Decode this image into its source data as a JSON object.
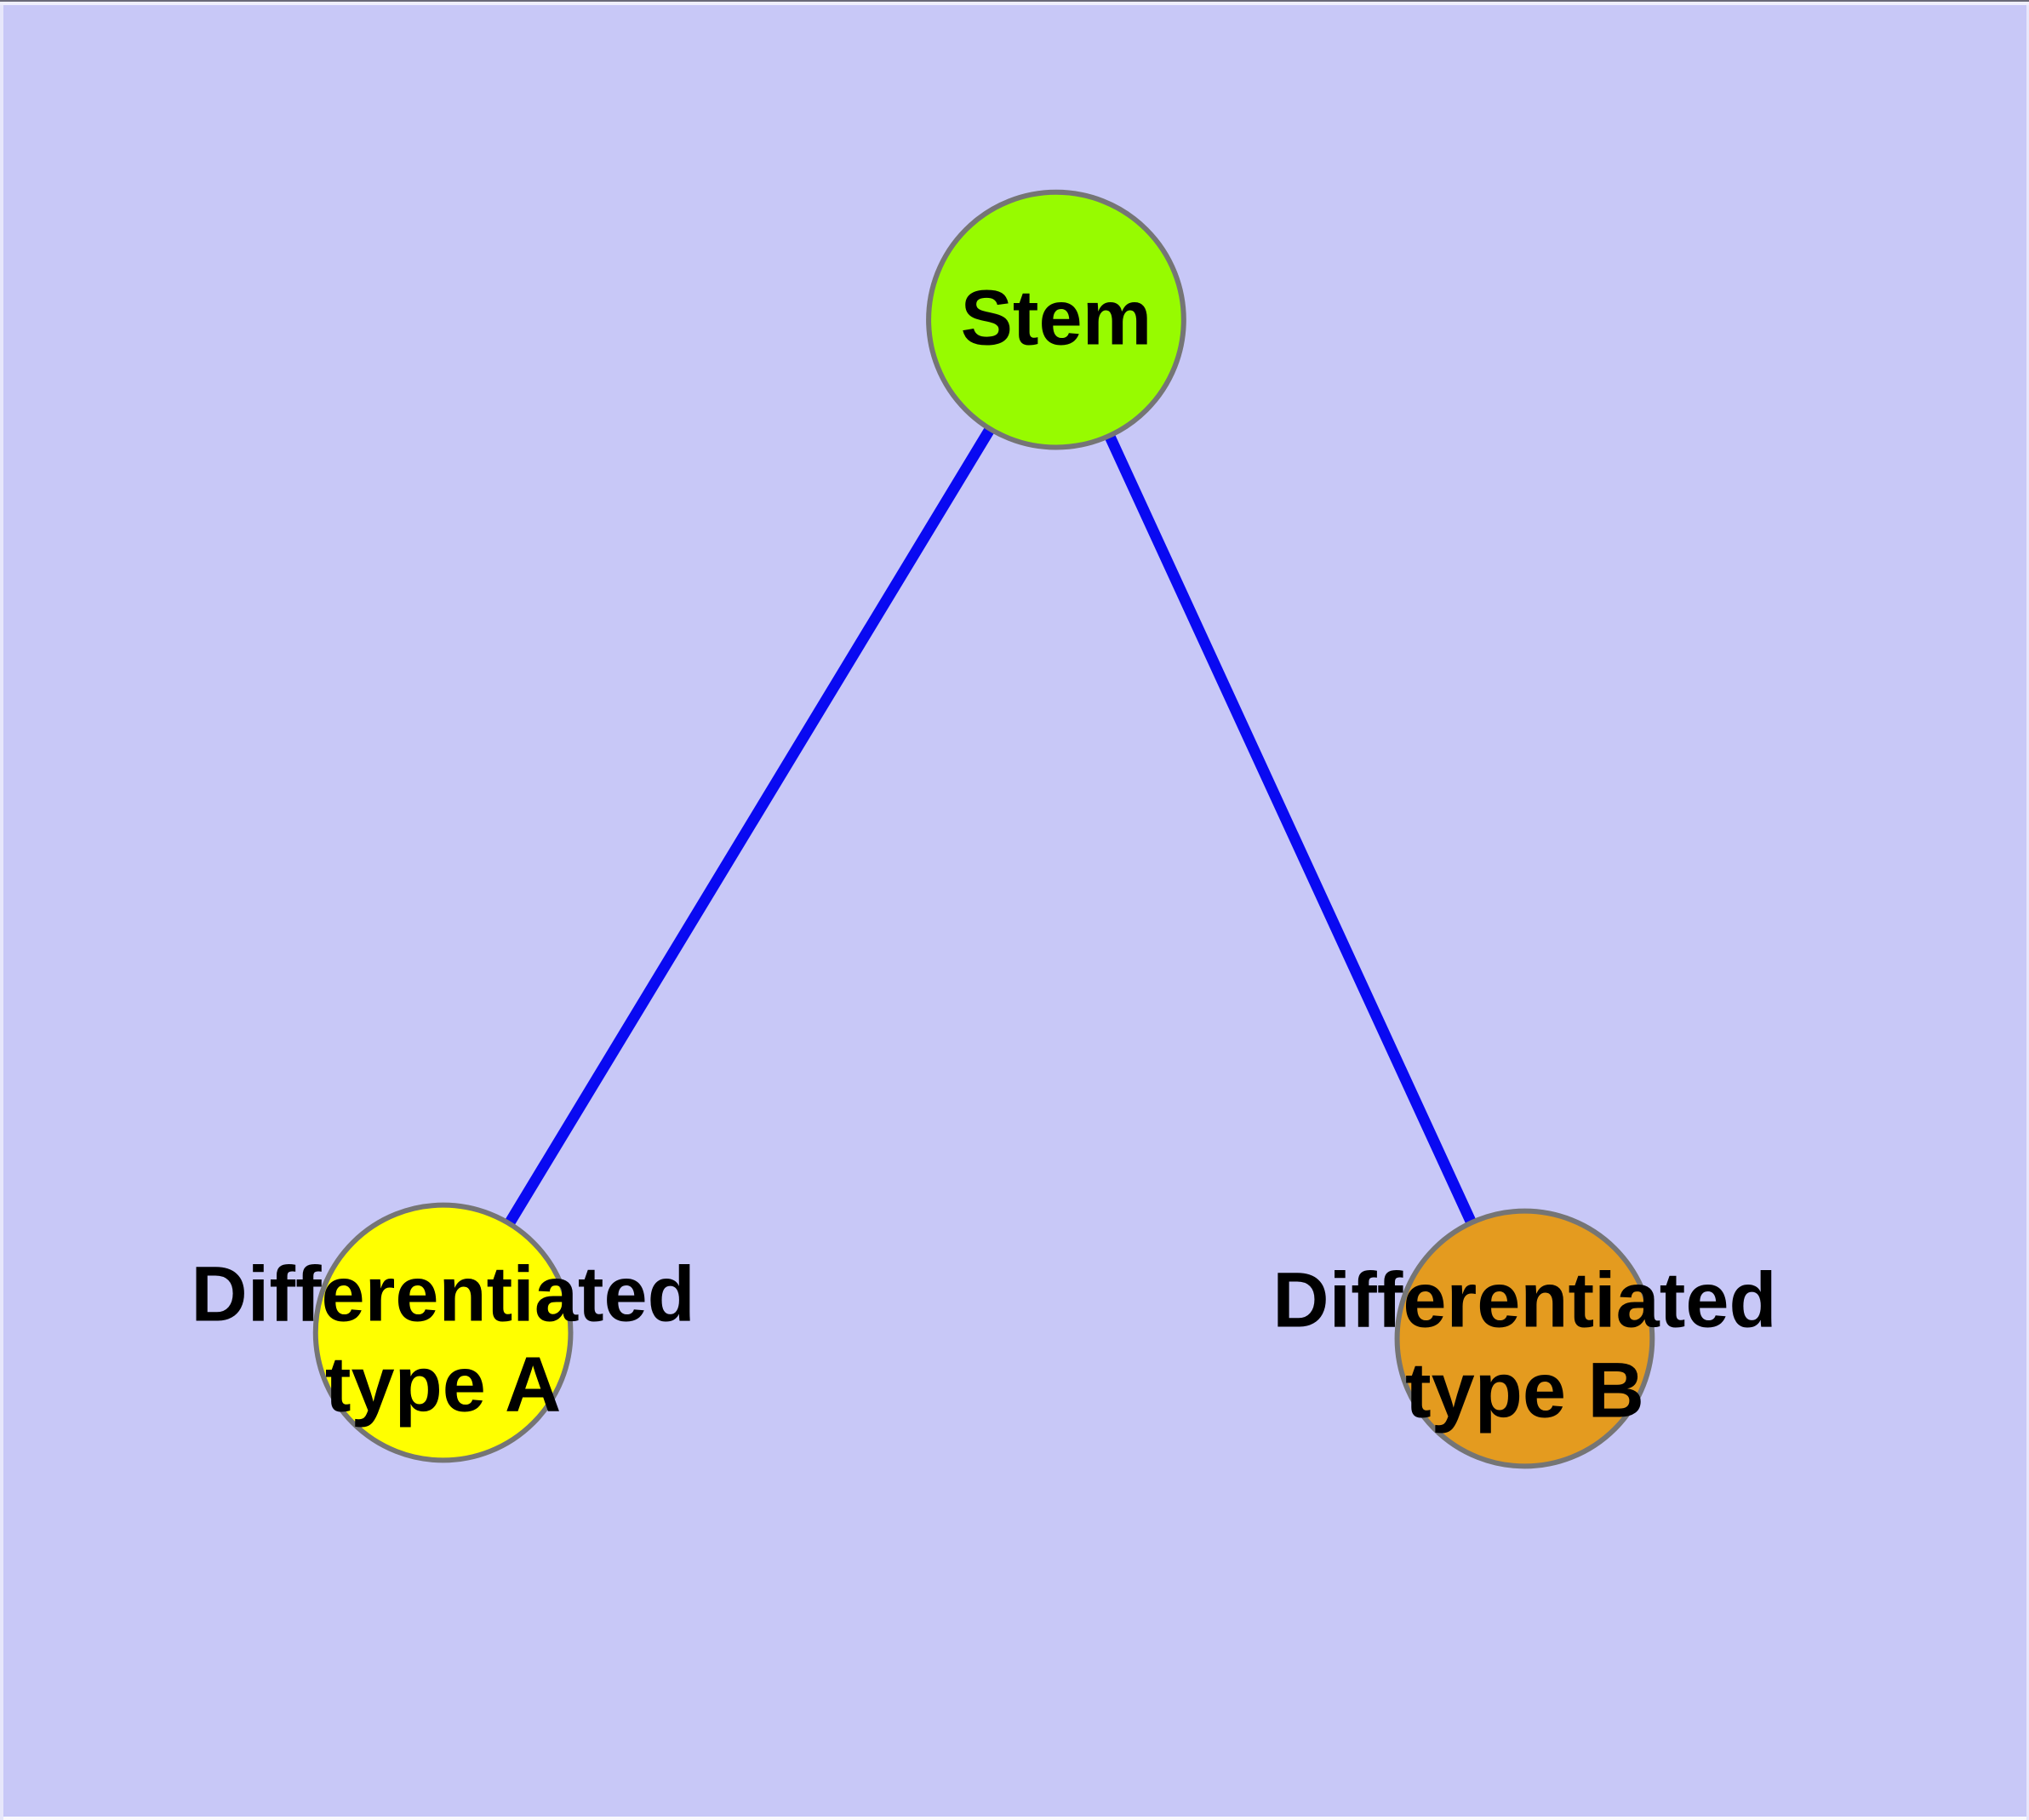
{
  "canvas": {
    "background": "#c8c8f7",
    "frame_highlight": "#efeffd",
    "frame_top_line": "#6a6a78"
  },
  "graph": {
    "edge_color": "#0909f2",
    "node_border_color": "#757575",
    "label_color": "#000000",
    "nodes": {
      "stem": {
        "label": "Stem",
        "fill": "#97fb00"
      },
      "type_a": {
        "label_line1": "Differentiated",
        "label_line2": "type A",
        "fill": "#ffff00"
      },
      "type_b": {
        "label_line1": "Differentiated",
        "label_line2": "type B",
        "fill": "#e49b1f"
      }
    },
    "edges": [
      {
        "from": "stem",
        "to": "type_a"
      },
      {
        "from": "stem",
        "to": "type_b"
      }
    ]
  }
}
